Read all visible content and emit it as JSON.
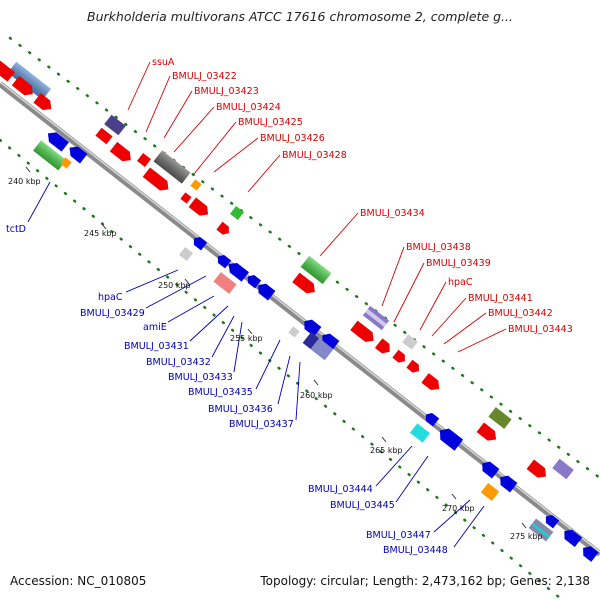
{
  "title": "Burkholderia multivorans ATCC 17616 chromosome 2, complete g...",
  "footer": {
    "accession": "Accession: NC_010805",
    "stats": "Topology: circular; Length: 2,473,162 bp; Genes: 2,138"
  },
  "ticks": [
    "240 kbp",
    "245 kbp",
    "250 kbp",
    "255 kbp",
    "260 kbp",
    "265 kbp",
    "270 kbp",
    "275 kbp"
  ],
  "forward_labels": [
    "ssuA",
    "BMULJ_03422",
    "BMULJ_03423",
    "BMULJ_03424",
    "BMULJ_03425",
    "BMULJ_03426",
    "BMULJ_03428",
    "BMULJ_03434",
    "BMULJ_03438",
    "BMULJ_03439",
    "hpaC",
    "BMULJ_03441",
    "BMULJ_03442",
    "BMULJ_03443"
  ],
  "reverse_labels": [
    "tctD",
    "hpaC",
    "BMULJ_03429",
    "amiE",
    "BMULJ_03431",
    "BMULJ_03432",
    "BMULJ_03433",
    "BMULJ_03435",
    "BMULJ_03436",
    "BMULJ_03437",
    "BMULJ_03444",
    "BMULJ_03445",
    "BMULJ_03447",
    "BMULJ_03448"
  ],
  "colors": {
    "forward": "#ee0000",
    "reverse": "#0000dd",
    "backbone": "#8a8a8a",
    "gc_dots": "#1a7a1a",
    "forward_label": "#d60000",
    "reverse_label": "#0000b4"
  }
}
